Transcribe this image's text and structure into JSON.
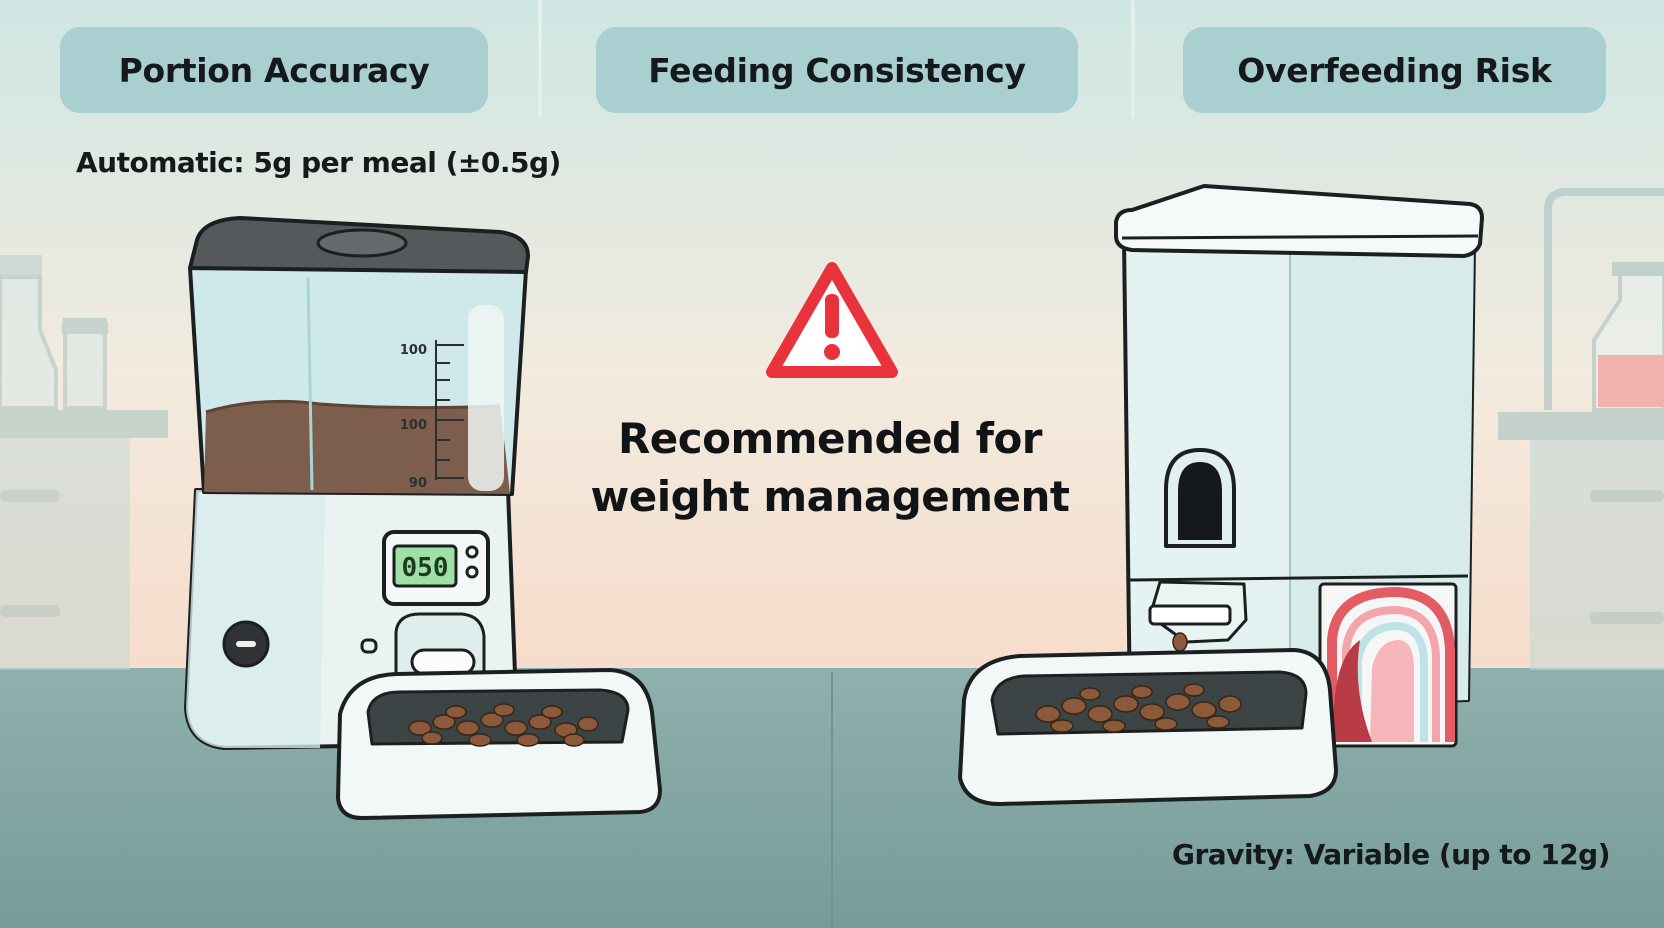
{
  "headers": {
    "portion_accuracy": "Portion Accuracy",
    "feeding_consistency": "Feeding Consistency",
    "overfeeding_risk": "Overfeeding Risk"
  },
  "automatic_caption": "Automatic: 5g per meal (±0.5g)",
  "gravity_caption": "Gravity: Variable (up to 12g)",
  "recommendation": {
    "line1": "Recommended for",
    "line2": "weight management"
  },
  "automatic_feeder": {
    "display_reading": "050",
    "scale_ticks": [
      "100",
      "100",
      "90"
    ]
  },
  "icons": [
    "warning-triangle-icon"
  ],
  "colors": {
    "header_pill": "#a9cfd0",
    "warning_red": "#e8333d",
    "floor": "#7fa6a4",
    "lcd_green": "#9fe0a6"
  }
}
